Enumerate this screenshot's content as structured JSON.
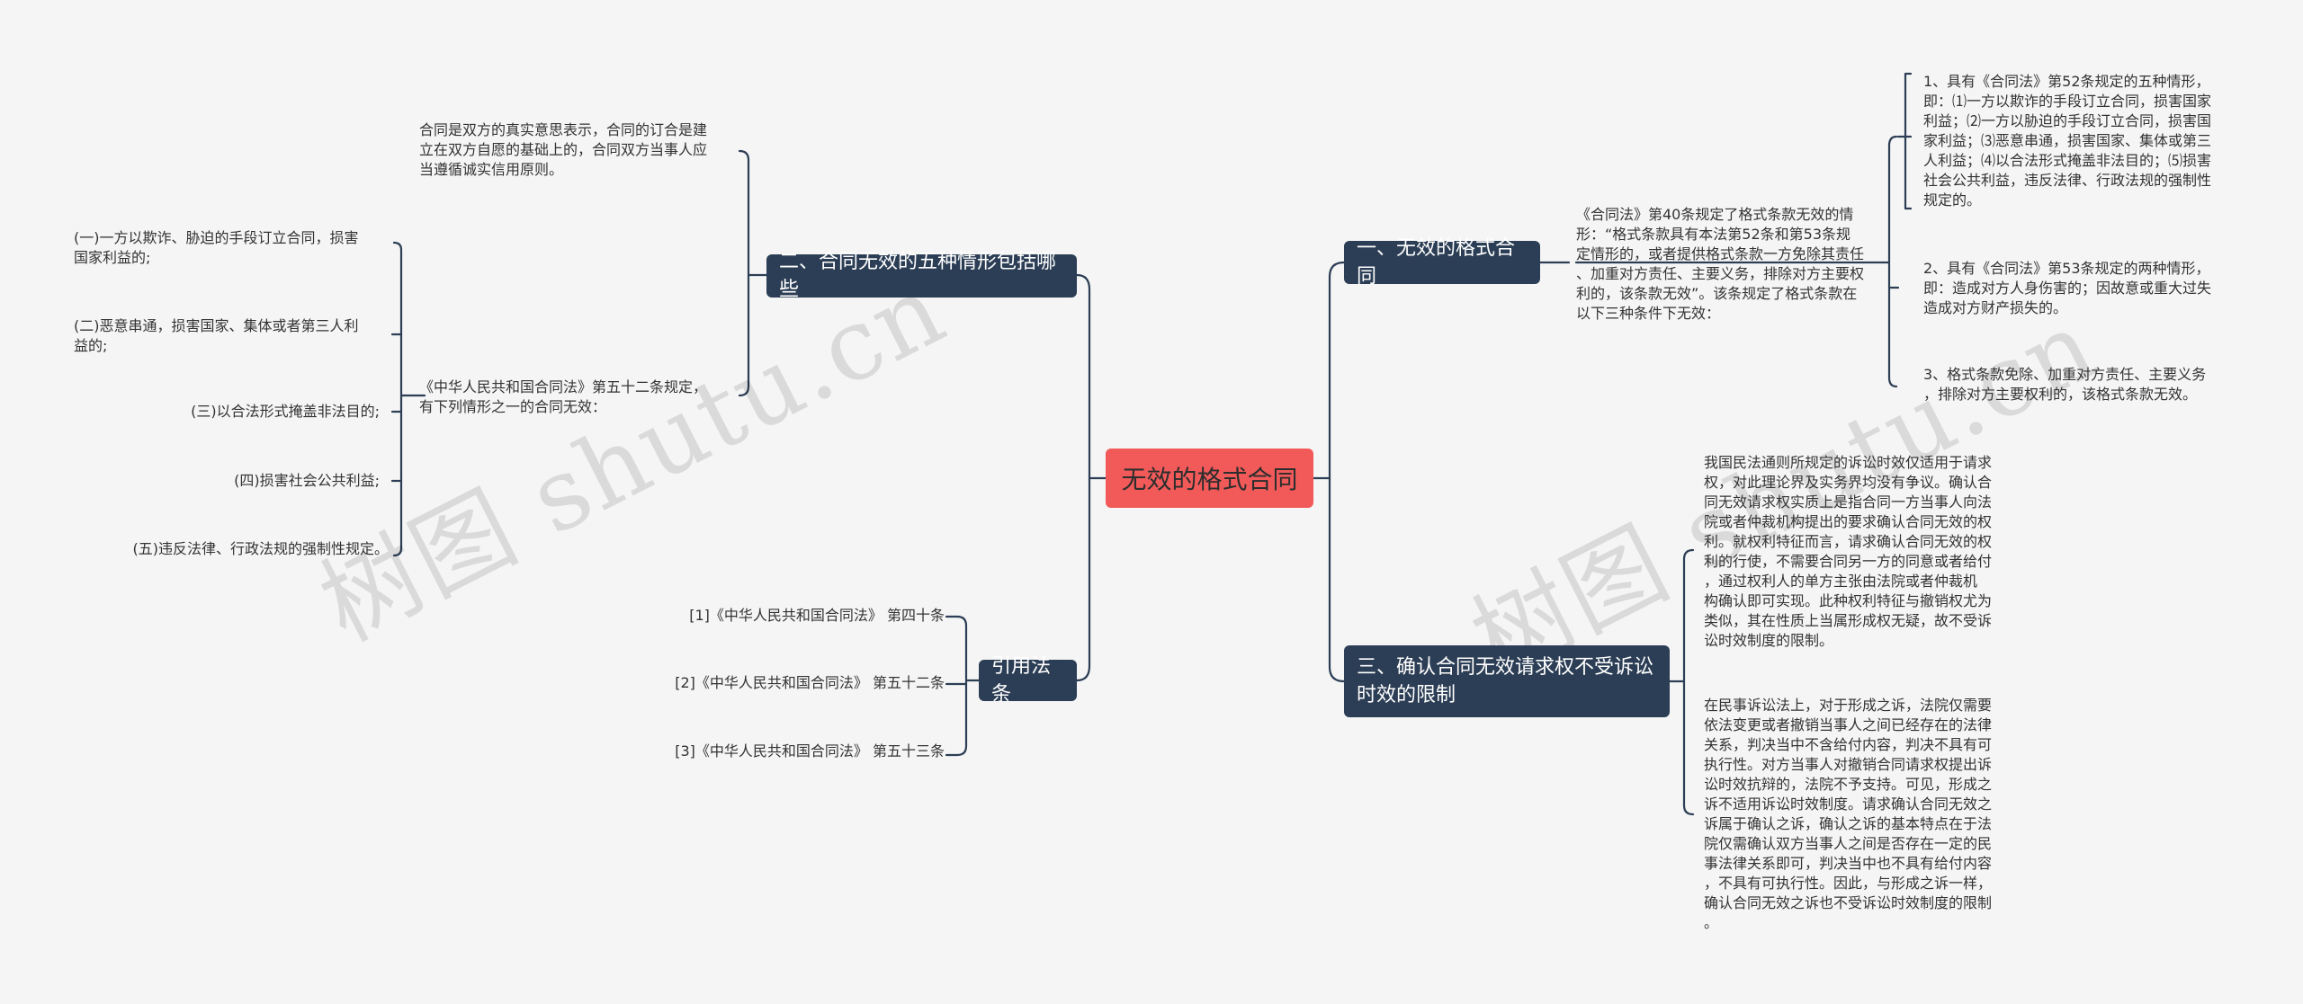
{
  "watermark": "树图 shutu.cn",
  "root": {
    "label": "无效的格式合同"
  },
  "branches": {
    "b1": {
      "label": "一、无效的格式合同",
      "intro": "《合同法》第40条规定了格式条款无效的情\n形：“格式条款具有本法第52条和第53条规\n定情形的，或者提供格式条款一方免除其责任\n、加重对方责任、主要义务，排除对方主要权\n利的，该条款无效”。该条规定了格式条款在\n以下三种条件下无效：",
      "items": [
        "1、具有《合同法》第52条规定的五种情形，\n即：⑴一方以欺诈的手段订立合同，损害国家\n利益；⑵一方以胁迫的手段订立合同，损害国\n家利益；⑶恶意串通，损害国家、集体或第三\n人利益；⑷以合法形式掩盖非法目的；⑸损害\n社会公共利益，违反法律、行政法规的强制性\n规定的。",
        "2、具有《合同法》第53条规定的两种情形，\n即：造成对方人身伤害的；因故意或重大过失\n造成对方财产损失的。",
        "3、格式条款免除、加重对方责任、主要义务\n，排除对方主要权利的，该格式条款无效。"
      ]
    },
    "b2": {
      "label": "二、合同无效的五种情形包括哪些",
      "items": [
        "合同是双方的真实意思表示，合同的订合是建\n立在双方自愿的基础上的，合同双方当事人应\n当遵循诚实信用原则。",
        "《中华人民共和国合同法》第五十二条规定，\n有下列情形之一的合同无效："
      ],
      "subitems": [
        "(一)一方以欺诈、胁迫的手段订立合同，损害\n国家利益的;",
        "(二)恶意串通，损害国家、集体或者第三人利\n益的;",
        "(三)以合法形式掩盖非法目的;",
        "(四)损害社会公共利益;",
        "(五)违反法律、行政法规的强制性规定。"
      ]
    },
    "b3": {
      "label": "三、确认合同无效请求权不受诉讼\n时效的限制",
      "items": [
        "我国民法通则所规定的诉讼时效仅适用于请求\n权，对此理论界及实务界均没有争议。确认合\n同无效请求权实质上是指合同一方当事人向法\n院或者仲裁机构提出的要求确认合同无效的权\n利。就权利特征而言，请求确认合同无效的权\n利的行使，不需要合同另一方的同意或者给付\n，通过权利人的单方主张由法院或者仲裁机\n构确认即可实现。此种权利特征与撤销权尤为\n类似，其在性质上当属形成权无疑，故不受诉\n讼时效制度的限制。",
        "在民事诉讼法上，对于形成之诉，法院仅需要\n依法变更或者撤销当事人之间已经存在的法律\n关系，判决当中不含给付内容，判决不具有可\n执行性。对方当事人对撤销合同请求权提出诉\n讼时效抗辩的，法院不予支持。可见，形成之\n诉不适用诉讼时效制度。请求确认合同无效之\n诉属于确认之诉，确认之诉的基本特点在于法\n院仅需确认双方当事人之间是否存在一定的民\n事法律关系即可，判决当中也不具有给付内容\n，不具有可执行性。因此，与形成之诉一样，\n确认合同无效之诉也不受诉讼时效制度的限制\n。"
      ]
    },
    "b4": {
      "label": "引用法条",
      "items": [
        "[1]《中华人民共和国合同法》 第四十条",
        "[2]《中华人民共和国合同法》 第五十二条",
        "[3]《中华人民共和国合同法》 第五十三条"
      ]
    }
  },
  "colors": {
    "root": "#f25a5a",
    "branch": "#2c3e55",
    "line": "#2c3e55",
    "background": "#f5f5f5"
  }
}
